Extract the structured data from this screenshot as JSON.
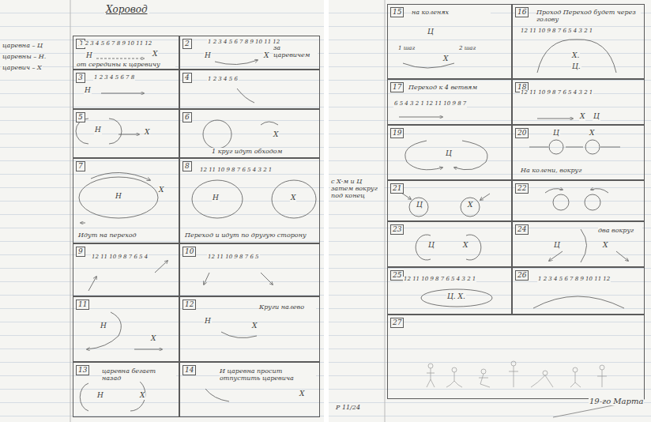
{
  "diagram": {
    "title": "Хоровод",
    "nodes": [
      {
        "text": [
          "1",
          "от середины к царевичу"
        ]
      },
      {
        "text": [
          "2",
          "за царевичем"
        ]
      },
      {
        "text": [
          "3"
        ]
      },
      {
        "text": [
          "4"
        ]
      },
      {
        "text": [
          "5"
        ]
      },
      {
        "text": [
          "6",
          "1 круг идут обходом"
        ]
      },
      {
        "text": [
          "7",
          "Идут на переход"
        ]
      },
      {
        "text": [
          "8",
          "Переход и идут по другую сторону"
        ]
      },
      {
        "text": [
          "9"
        ]
      },
      {
        "text": [
          "10"
        ]
      },
      {
        "text": [
          "11"
        ]
      },
      {
        "text": [
          "12",
          "Круги налево"
        ]
      },
      {
        "text": [
          "13",
          "царевна бегает назад"
        ]
      },
      {
        "text": [
          "14",
          "И царевна просит отпустить царевича"
        ]
      },
      {
        "text": [
          "15",
          "на коленях"
        ]
      },
      {
        "text": [
          "16",
          "Проход Переход будет через голову"
        ]
      },
      {
        "text": [
          "17",
          "Переход к 4 ветвям"
        ]
      },
      {
        "text": [
          "18"
        ]
      },
      {
        "text": [
          "19"
        ]
      },
      {
        "text": [
          "20",
          "На колени, вокруг"
        ]
      },
      {
        "text": [
          "21"
        ]
      },
      {
        "text": [
          "22"
        ]
      },
      {
        "text": [
          "23"
        ]
      },
      {
        "text": [
          "24",
          "два вокруг"
        ]
      },
      {
        "text": [
          "25"
        ]
      },
      {
        "text": [
          "26"
        ]
      },
      {
        "text": [
          "27"
        ]
      }
    ],
    "labels": [
      "царевна – Ц",
      "царевны – Н.",
      "царевич – Х",
      "1 2 3 4 5 6 7 8 9 10 11 12",
      "Н",
      "Х",
      "1 2 3 4 5 6 7 8 9 10 11 12",
      "Н",
      "Х",
      "1 2 3 4 5 6 7 8",
      "Н",
      "1 2 3 4 5 6",
      "Н",
      "Х",
      "Х",
      "Н",
      "Х",
      "12 11 10 9 8 7 6 5 4 3 2 1",
      "Н",
      "Х",
      "12 11 10 9 8 7 6 5 4",
      "12 11 10 9 8 7 6 5",
      "Н",
      "Х",
      "Н",
      "Х",
      "Н",
      "Х",
      "Х",
      "с Х-м и Ц затем вокруг под конец",
      "1 шаг",
      "2 шаг",
      "Ц",
      "Х",
      "12 11 10 9 8 7 6 5 4 3 2 1",
      "Х.",
      "Ц.",
      "6 5 4 3 2 1 12 11 10 9 8 7",
      "12 11 10 9 8 7 6 5 4 3 2 1",
      "Х",
      "Ц",
      "Ц",
      "Ц",
      "Х",
      "Ц",
      "Х",
      "Ц",
      "Х",
      "Ц",
      "Х",
      "12 11 10 9 8 7 6 5 4 3 2 1",
      "Ц. Х.",
      "1 2 3 4 5 6 7 8 9 10 11 12",
      "Р 11/24",
      "19-го Марта"
    ]
  }
}
